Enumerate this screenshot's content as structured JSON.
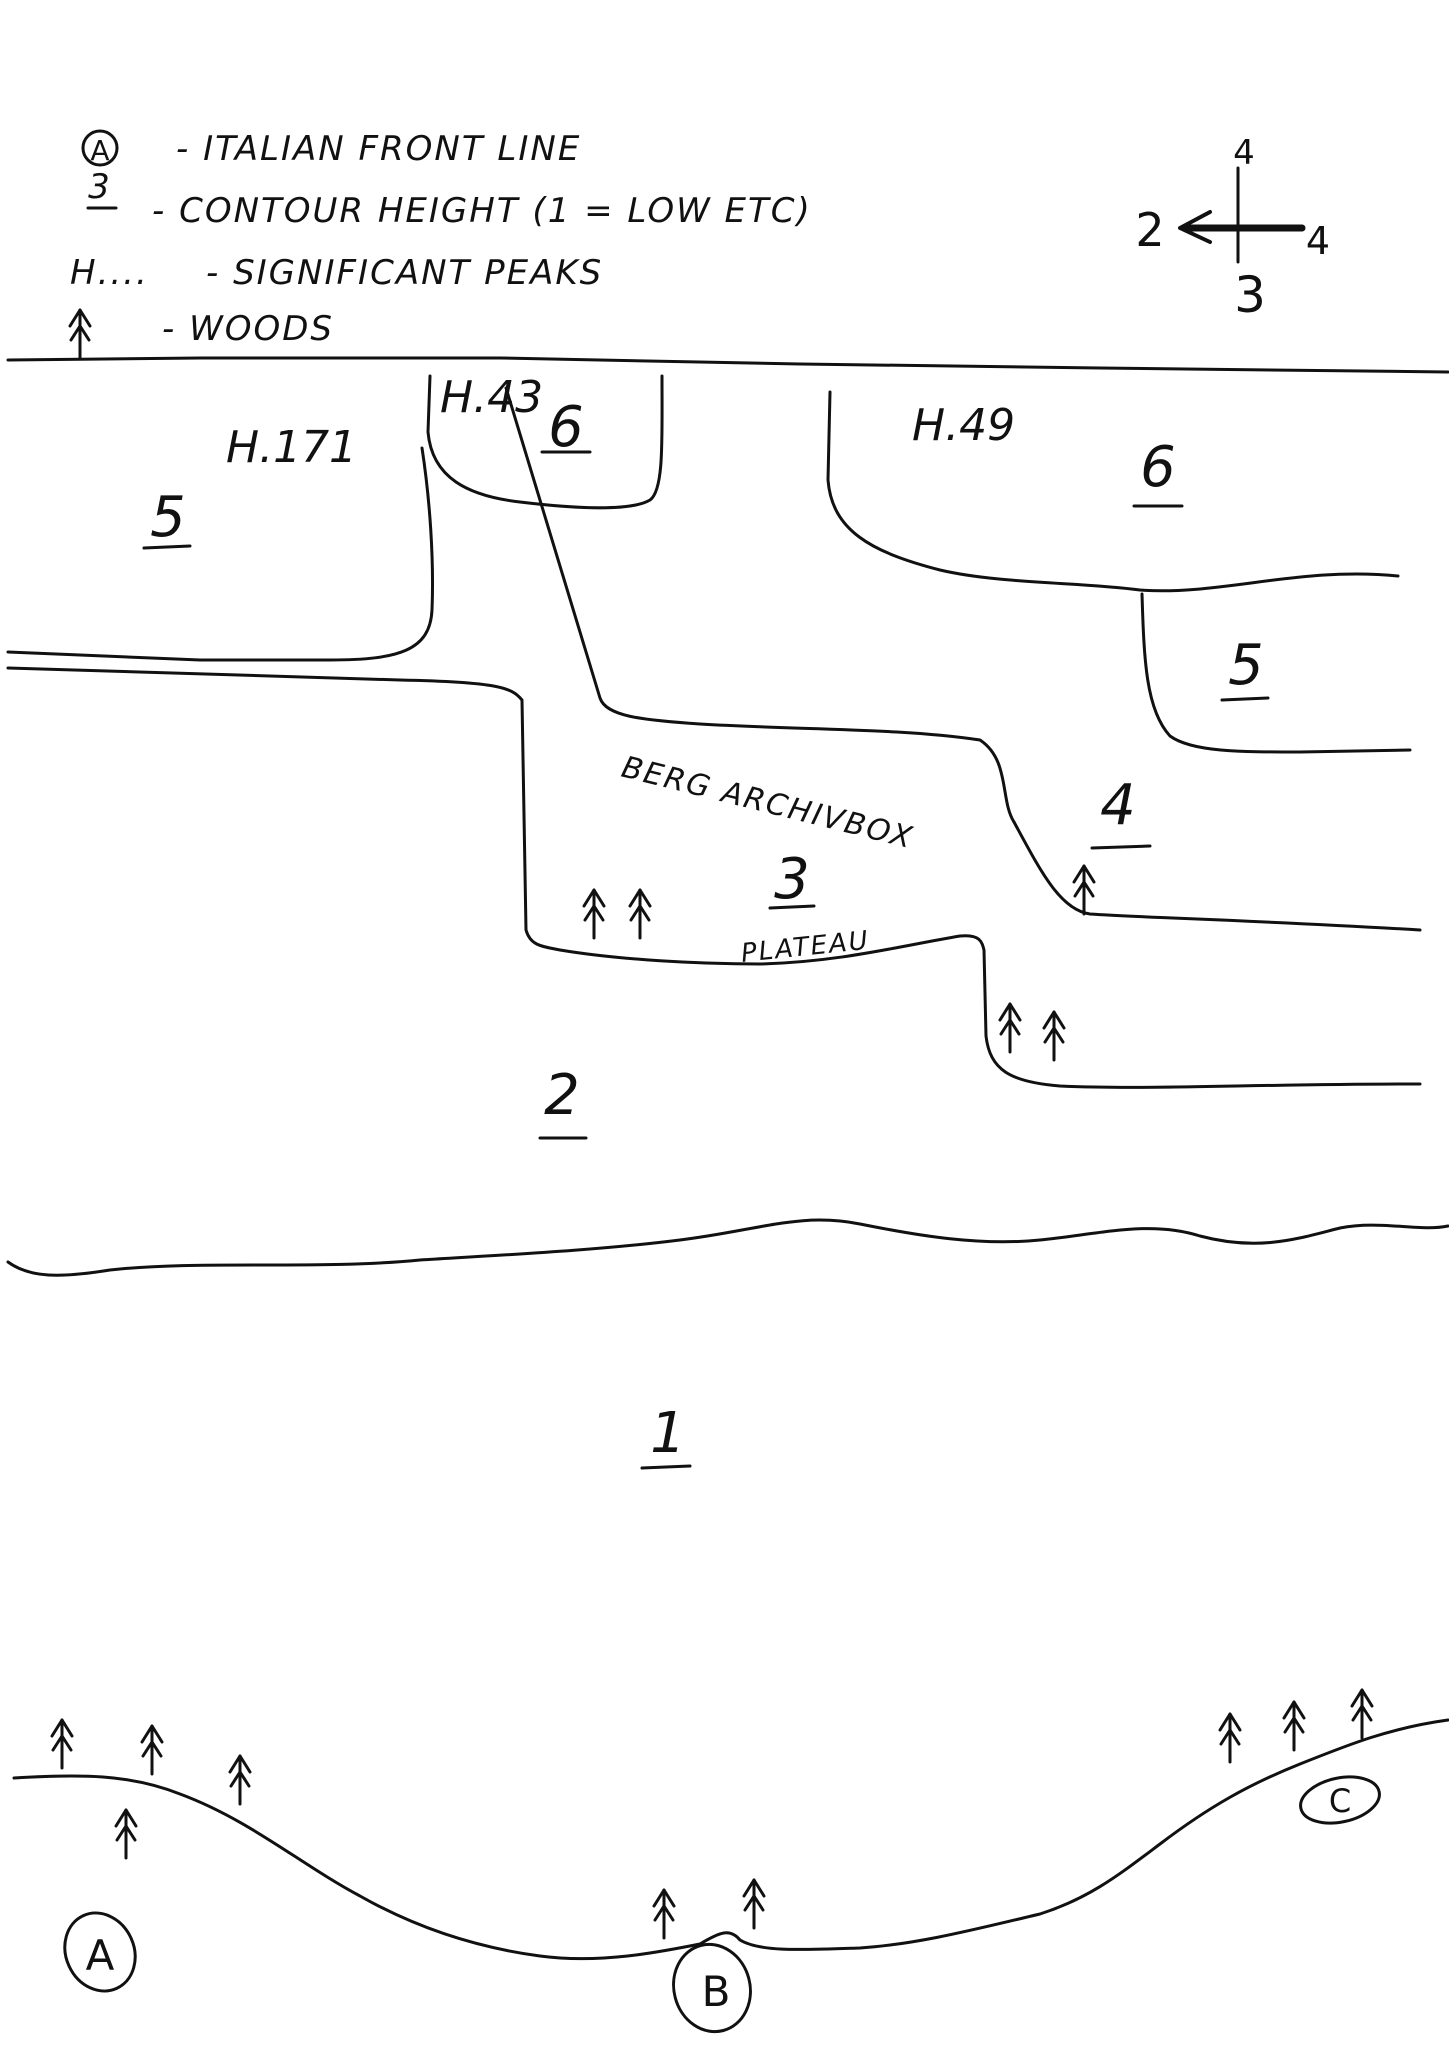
{
  "legend": {
    "front_line_marker": "A",
    "front_line_text": "- ITALIAN FRONT LINE",
    "contour_marker": "3",
    "contour_text": "- CONTOUR HEIGHT (1 = LOW ETC)",
    "peaks_marker": "H....",
    "peaks_text": "- SIGNIFICANT PEAKS",
    "woods_text": "- WOODS"
  },
  "compass": {
    "left": "2",
    "top": "4",
    "right": "4",
    "bottom": "3"
  },
  "peaks": {
    "h171": "H.171",
    "h43": "H.43",
    "h49": "H.49"
  },
  "contours": {
    "c5_left": "5",
    "c6_center": "6",
    "c6_right": "6",
    "c5_right": "5",
    "c4": "4",
    "c3": "3",
    "c2": "2",
    "c1": "1"
  },
  "features": {
    "berg": "BERG ARCHIVBOX",
    "plateau": "PLATEAU"
  },
  "profile": {
    "a": "A",
    "b": "B",
    "c": "C"
  },
  "icons": {
    "tree": "tree-icon",
    "compass_arrow": "arrow-left-icon"
  }
}
